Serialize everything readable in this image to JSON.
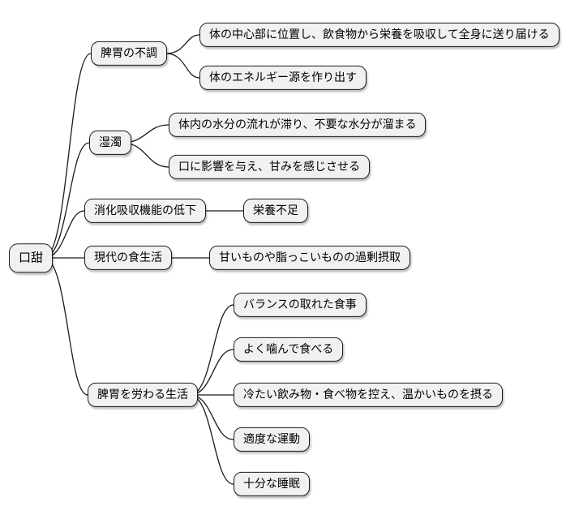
{
  "diagram": {
    "type": "mindmap",
    "colors": {
      "background": "#ffffff",
      "node_fill": "#f1f1f1",
      "node_border": "#1a1a1a",
      "edge": "#1a1a1a"
    },
    "root": {
      "label": "口甜"
    },
    "branches": [
      {
        "label": "脾胃の不調",
        "children": [
          {
            "label": "体の中心部に位置し、飲食物から栄養を吸収して全身に送り届ける"
          },
          {
            "label": "体のエネルギー源を作り出す"
          }
        ]
      },
      {
        "label": "湿濁",
        "children": [
          {
            "label": "体内の水分の流れが滞り、不要な水分が溜まる"
          },
          {
            "label": "口に影響を与え、甘みを感じさせる"
          }
        ]
      },
      {
        "label": "消化吸収機能の低下",
        "children": [
          {
            "label": "栄養不足"
          }
        ]
      },
      {
        "label": "現代の食生活",
        "children": [
          {
            "label": "甘いものや脂っこいものの過剰摂取"
          }
        ]
      },
      {
        "label": "脾胃を労わる生活",
        "children": [
          {
            "label": "バランスの取れた食事"
          },
          {
            "label": "よく噛んで食べる"
          },
          {
            "label": "冷たい飲み物・食べ物を控え、温かいものを摂る"
          },
          {
            "label": "適度な運動"
          },
          {
            "label": "十分な睡眠"
          }
        ]
      }
    ]
  }
}
